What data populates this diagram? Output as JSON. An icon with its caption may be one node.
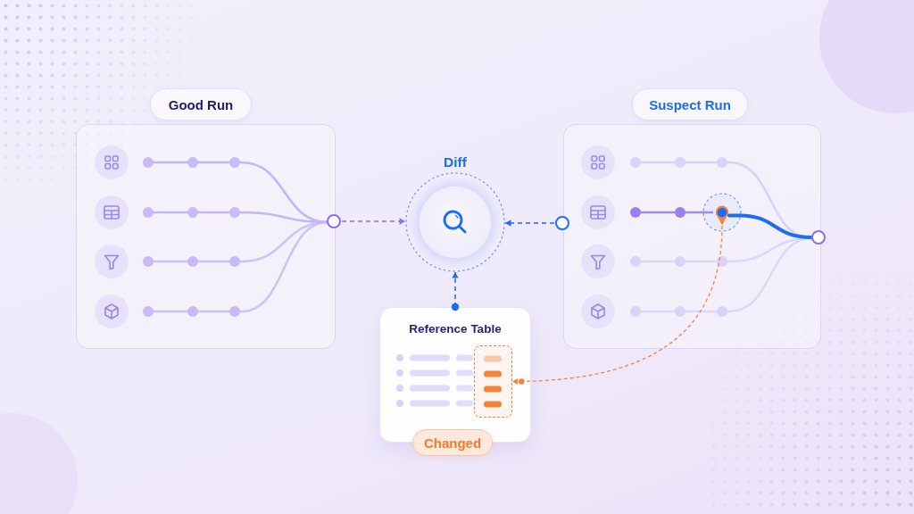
{
  "diagram": {
    "nodes": [
      {
        "text": [
          "Good Run"
        ]
      },
      {
        "text": [],
        "shape": "circle"
      },
      {
        "text": [
          "Diff"
        ]
      },
      {
        "text": [
          "Suspect Run"
        ]
      },
      {
        "text": [],
        "shape": "circle"
      },
      {
        "text": [],
        "shape": "pin",
        "in": 3
      },
      {
        "text": [],
        "shape": "circle"
      },
      {
        "text": [
          "Reference Table"
        ]
      },
      {
        "text": [],
        "shape": "box",
        "in": 7
      },
      {
        "text": [
          "Changed"
        ]
      }
    ],
    "edges": [
      {
        "from": 1,
        "to": 2,
        "arrow": "to",
        "style": "dashed",
        "color": "#8c6cf0"
      },
      {
        "from": 4,
        "to": 2,
        "arrow": "to",
        "style": "dashed"
      },
      {
        "from": 7,
        "to": 2,
        "arrow": "to",
        "style": "dashed"
      },
      {
        "from": 5,
        "to": 8,
        "arrow": "to",
        "style": "dashed",
        "color": "#f5833b"
      },
      {
        "from": 5,
        "to": 6,
        "arrow": "none",
        "style": "thick"
      }
    ]
  }
}
